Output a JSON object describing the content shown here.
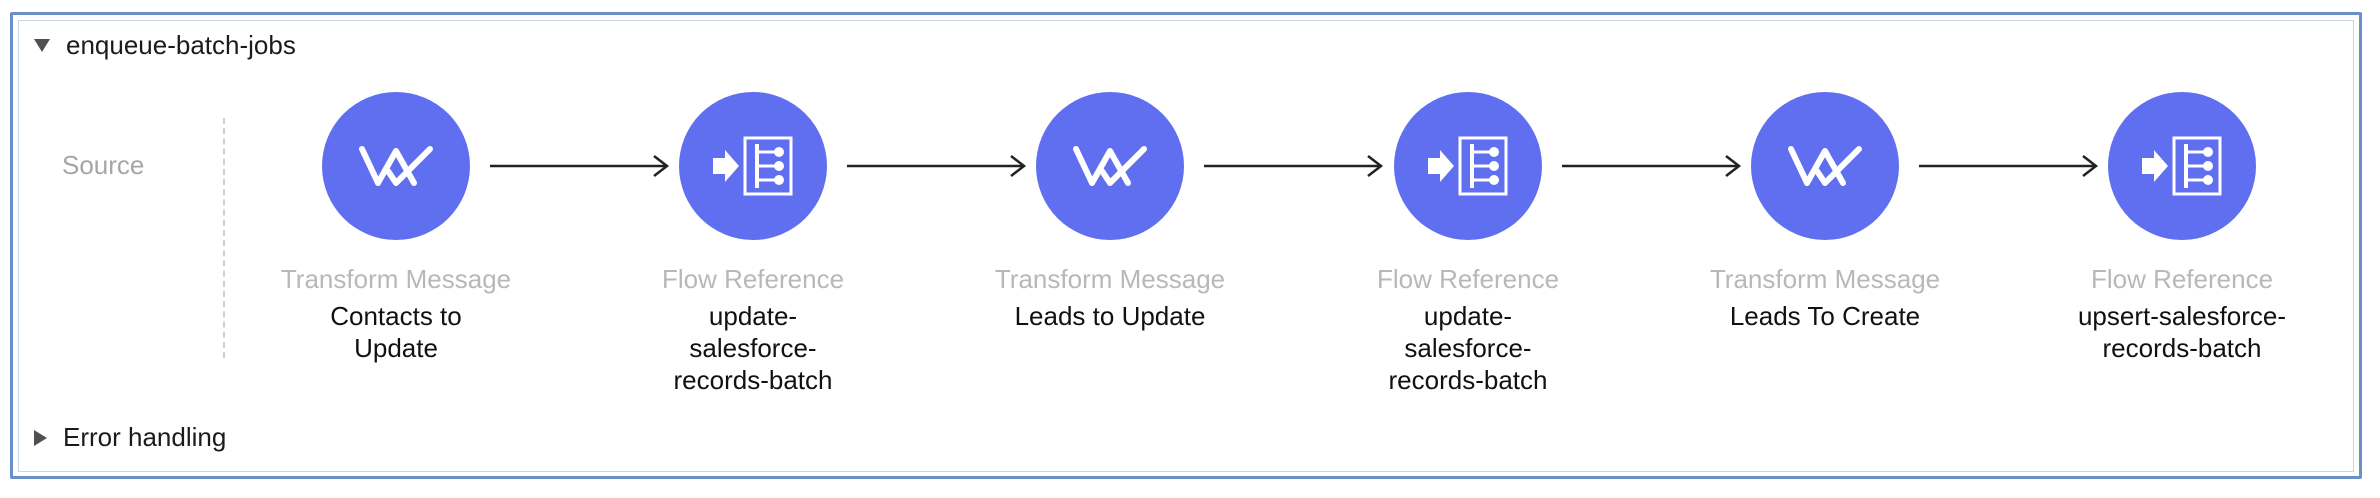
{
  "flow": {
    "name": "enqueue-batch-jobs",
    "source_label": "Source",
    "error_handling_label": "Error handling",
    "accent_color": "#5f6ff0",
    "nodes": [
      {
        "type": "Transform Message",
        "label": "Contacts to Update",
        "icon": "transform-message-icon"
      },
      {
        "type": "Flow Reference",
        "label": "update-salesforce-records-batch",
        "label_lines": [
          "update-",
          "salesforce-",
          "records-batch"
        ],
        "icon": "flow-reference-icon"
      },
      {
        "type": "Transform Message",
        "label": "Leads to Update",
        "icon": "transform-message-icon"
      },
      {
        "type": "Flow Reference",
        "label": "update-salesforce-records-batch",
        "label_lines": [
          "update-",
          "salesforce-",
          "records-batch"
        ],
        "icon": "flow-reference-icon"
      },
      {
        "type": "Transform Message",
        "label": "Leads To Create",
        "icon": "transform-message-icon"
      },
      {
        "type": "Flow Reference",
        "label": "upsert-salesforce-records-batch",
        "label_lines": [
          "upsert-salesforce-",
          "records-batch"
        ],
        "icon": "flow-reference-icon"
      }
    ]
  }
}
